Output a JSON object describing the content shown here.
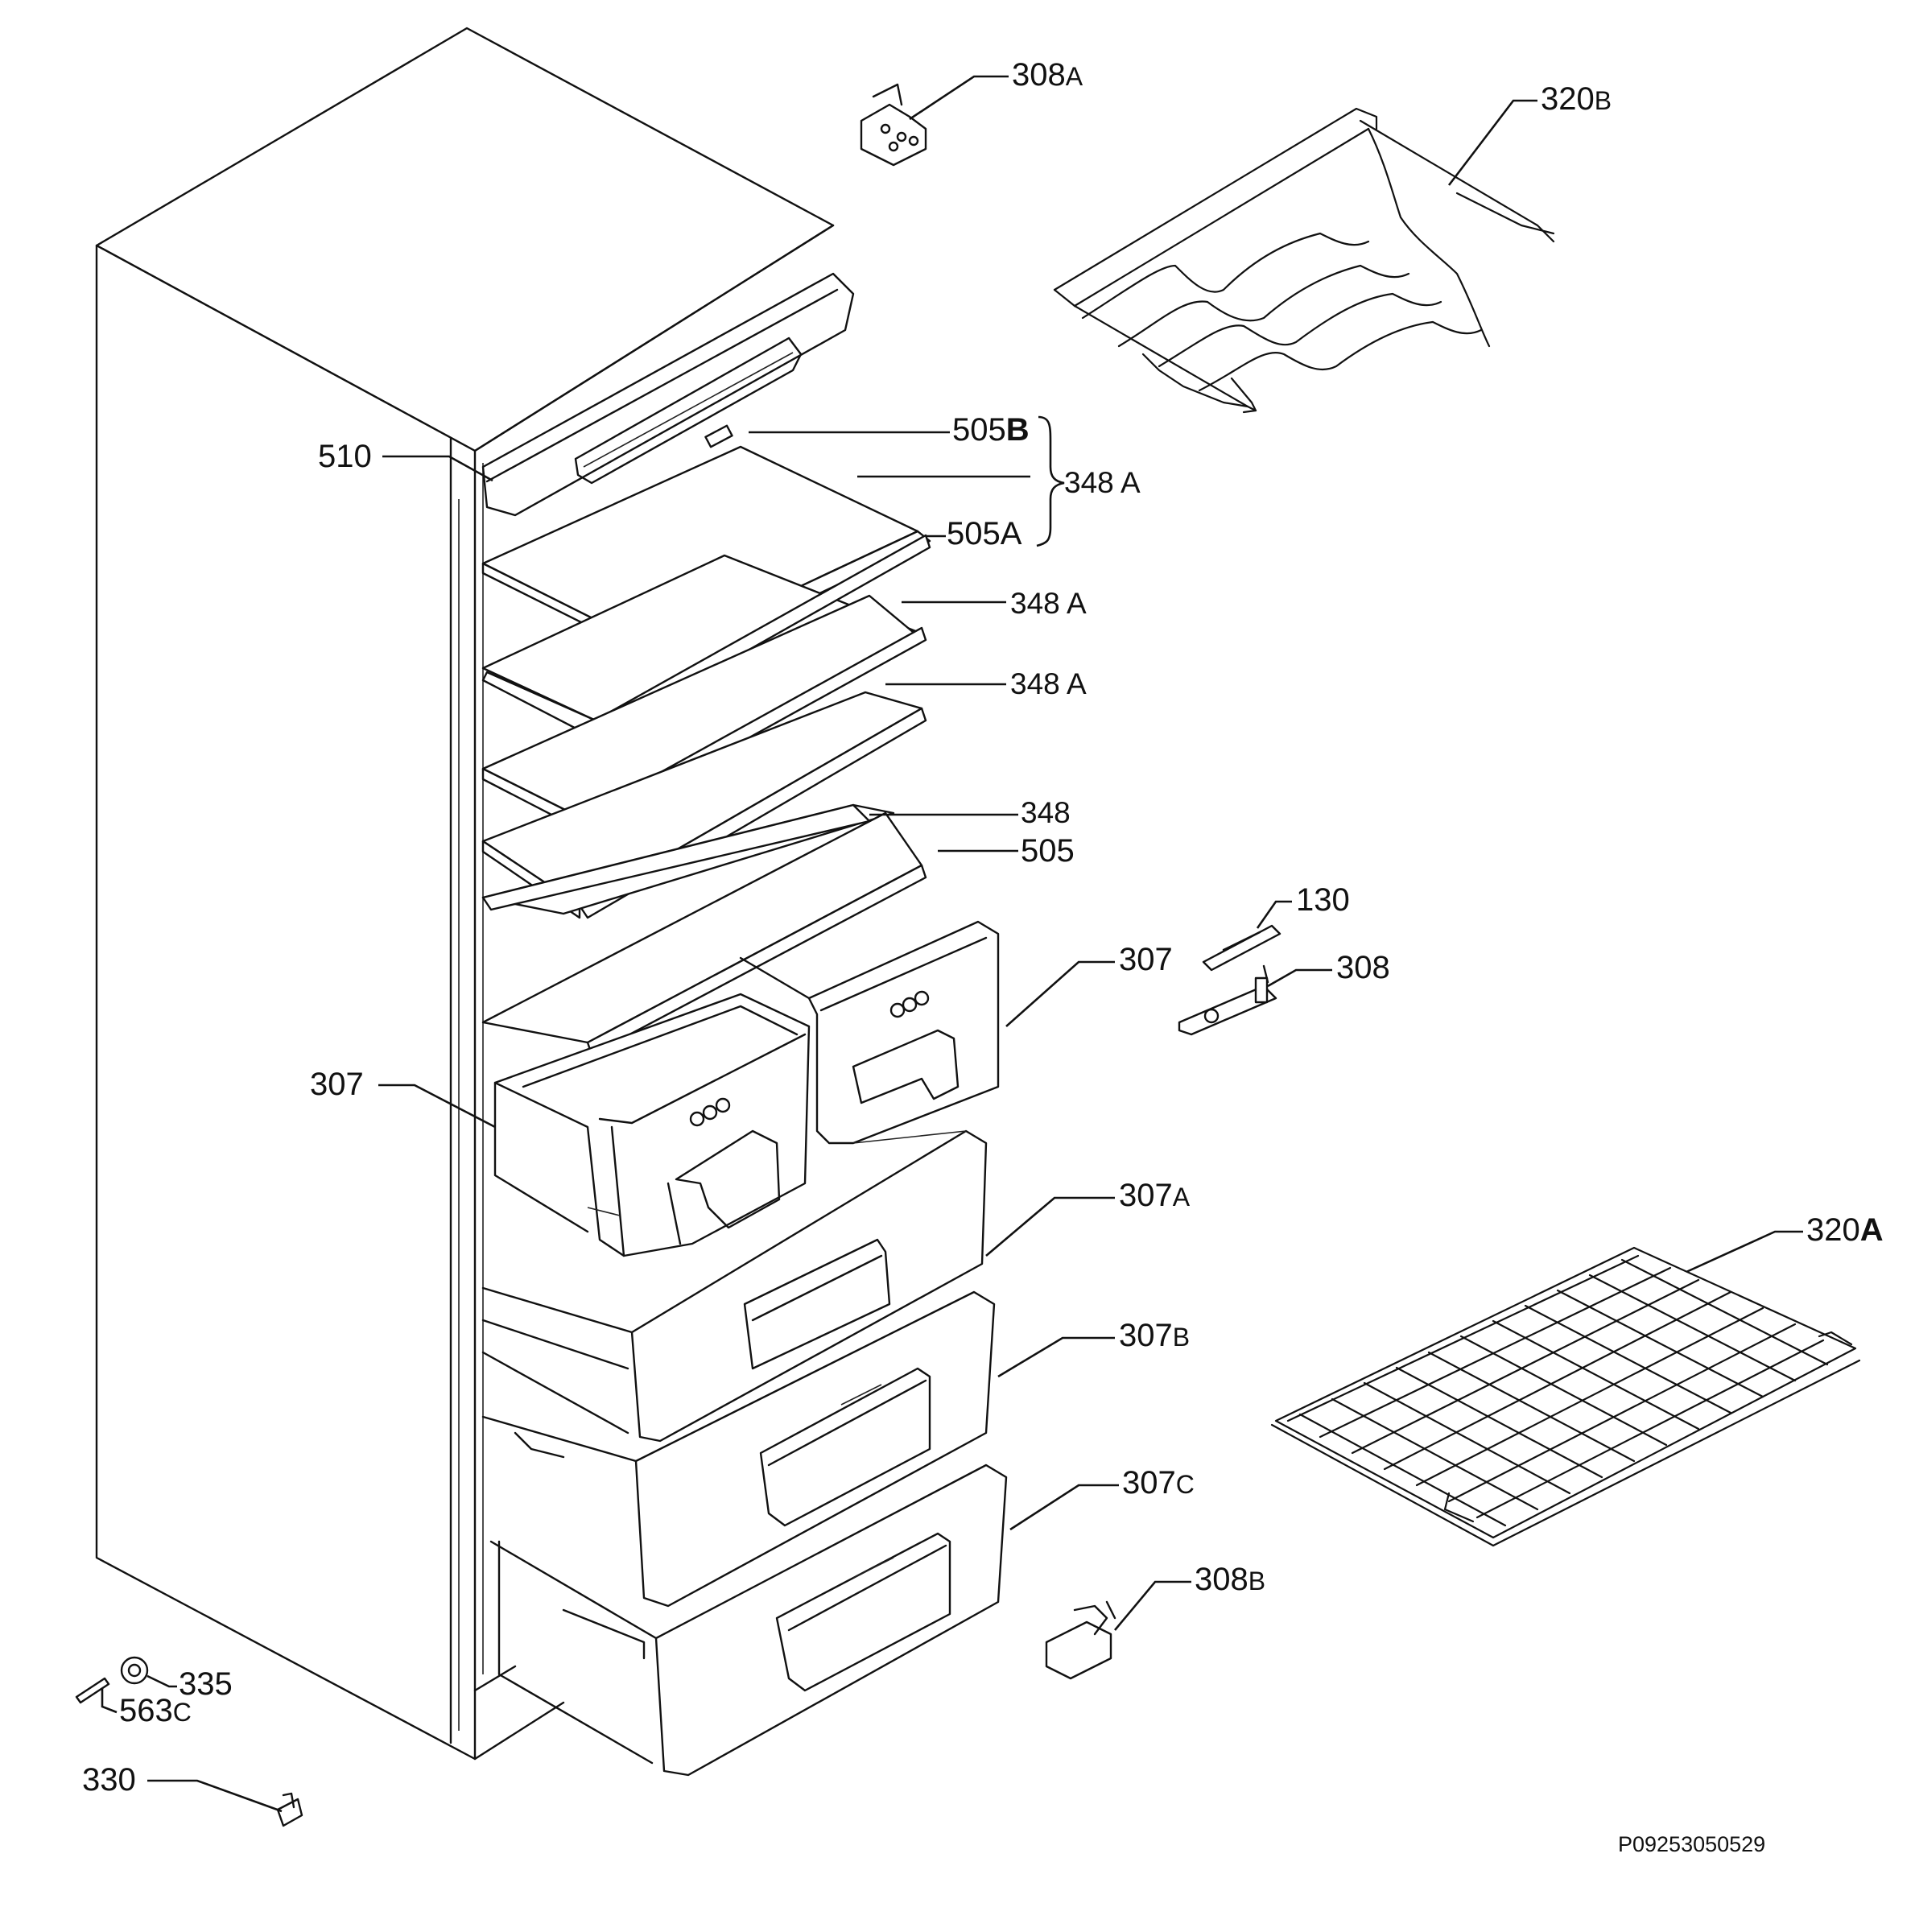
{
  "drawing_ref": "P09253050529",
  "labels": {
    "l308A": {
      "num": "308",
      "suffix": "A"
    },
    "l320B": {
      "num": "320",
      "suffix": "B"
    },
    "l505B": {
      "num": "505",
      "suffix": "B"
    },
    "l510": {
      "num": "510",
      "suffix": ""
    },
    "l348A_group": {
      "num": "348 A",
      "suffix": ""
    },
    "l505A": {
      "num": "505",
      "suffix": "A"
    },
    "l348A_2": {
      "num": "348 A",
      "suffix": ""
    },
    "l348A_3": {
      "num": "348 A",
      "suffix": ""
    },
    "l348": {
      "num": "348",
      "suffix": ""
    },
    "l505": {
      "num": "505",
      "suffix": ""
    },
    "l130": {
      "num": "130",
      "suffix": ""
    },
    "l308": {
      "num": "308",
      "suffix": ""
    },
    "l307_right": {
      "num": "307",
      "suffix": ""
    },
    "l307_left": {
      "num": "307",
      "suffix": ""
    },
    "l307A": {
      "num": "307",
      "suffix": "A"
    },
    "l320A": {
      "num": "320",
      "suffix": "A"
    },
    "l307B": {
      "num": "307",
      "suffix": "B"
    },
    "l307C": {
      "num": "307",
      "suffix": "C"
    },
    "l308B": {
      "num": "308",
      "suffix": "B"
    },
    "l335": {
      "num": "335",
      "suffix": ""
    },
    "l563C": {
      "num": "563",
      "suffix": "C"
    },
    "l330": {
      "num": "330",
      "suffix": ""
    }
  }
}
